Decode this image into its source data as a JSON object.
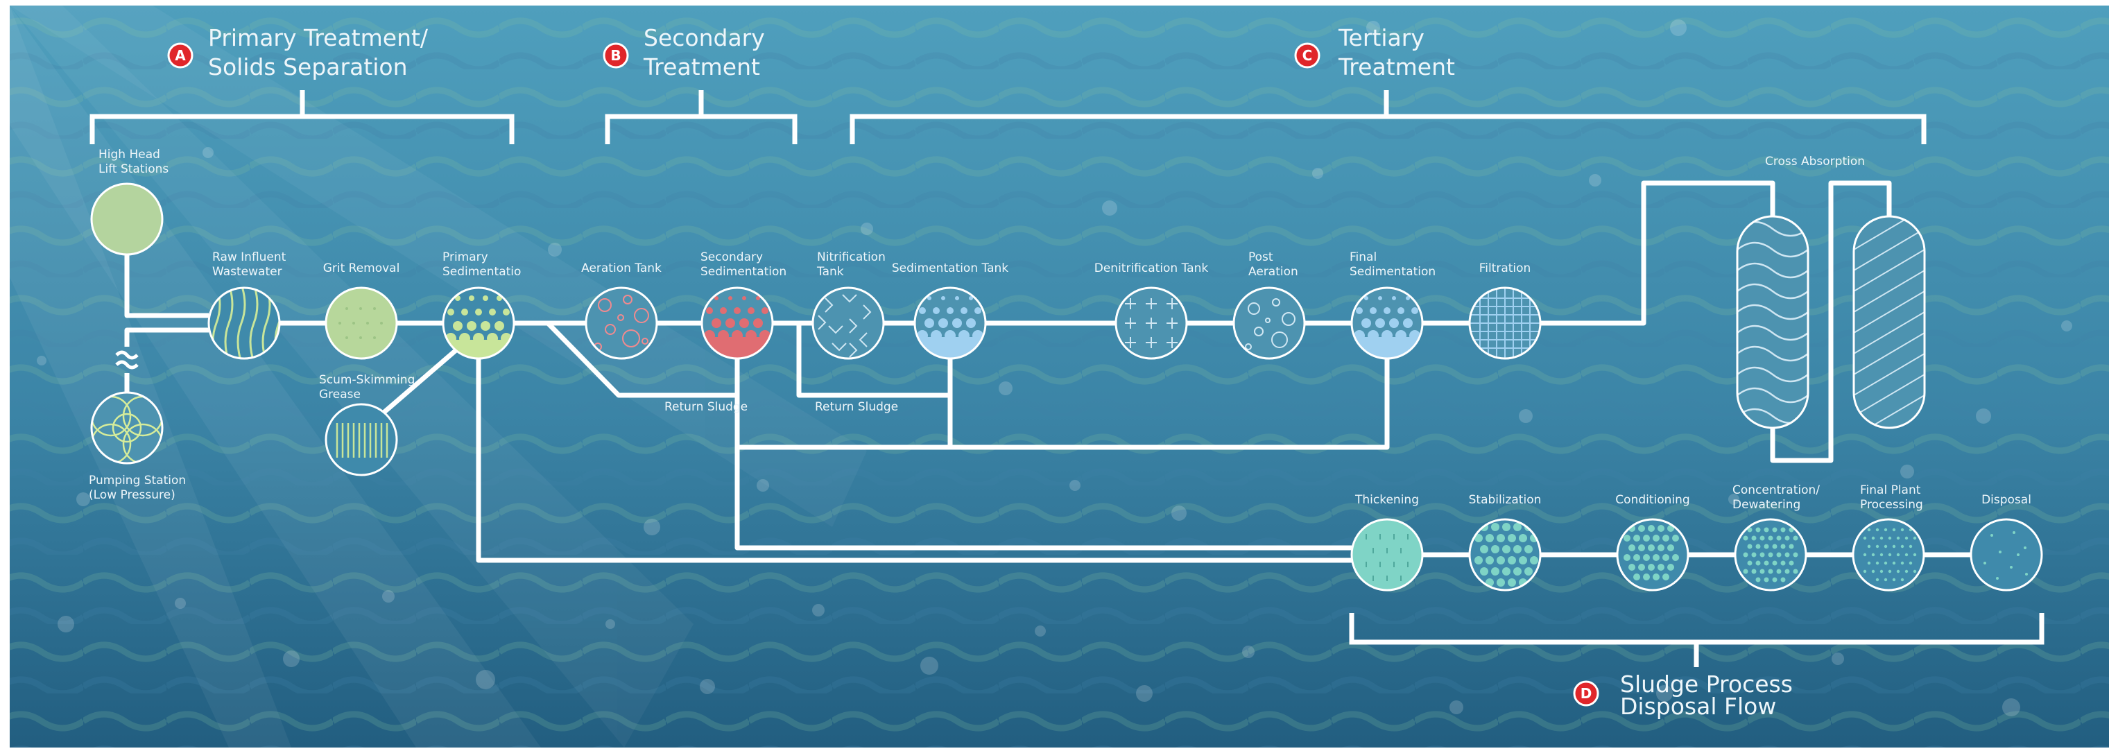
{
  "sections": {
    "a": {
      "letter": "A",
      "line1": "Primary Treatment/",
      "line2": "Solids Separation"
    },
    "b": {
      "letter": "B",
      "line1": "Secondary",
      "line2": "Treatment"
    },
    "c": {
      "letter": "C",
      "line1": "Tertiary",
      "line2": "Treatment"
    },
    "d": {
      "letter": "D",
      "line1": "Sludge Process",
      "line2": "Disposal Flow"
    }
  },
  "nodes": {
    "high_head": {
      "line1": "High Head",
      "line2": "Lift Stations"
    },
    "pumping": {
      "line1": "Pumping Station",
      "line2": "(Low Pressure)"
    },
    "raw_influent": {
      "line1": "Raw Influent",
      "line2": "Wastewater"
    },
    "grit": {
      "line1": "Grit Removal"
    },
    "primary_sed": {
      "line1": "Primary",
      "line2": "Sedimentatio"
    },
    "scum": {
      "line1": "Scum-Skimming",
      "line2": "Grease"
    },
    "aeration": {
      "line1": "Aeration Tank"
    },
    "secondary_sed": {
      "line1": "Secondary",
      "line2": "Sedimentation"
    },
    "nitrification": {
      "line1": "Nitrification",
      "line2": "Tank"
    },
    "sed_tank": {
      "line1": "Sedimentation Tank"
    },
    "denitrification": {
      "line1": "Denitrification Tank"
    },
    "post_aeration": {
      "line1": "Post",
      "line2": "Aeration"
    },
    "final_sed": {
      "line1": "Final",
      "line2": "Sedimentation"
    },
    "filtration": {
      "line1": "Filtration"
    },
    "cross_absorption": {
      "line1": "Cross Absorption"
    },
    "thickening": {
      "line1": "Thickening"
    },
    "stabilization": {
      "line1": "Stabilization"
    },
    "conditioning": {
      "line1": "Conditioning"
    },
    "concentration": {
      "line1": "Concentration/",
      "line2": "Dewatering"
    },
    "final_plant": {
      "line1": "Final Plant",
      "line2": "Processing"
    },
    "disposal": {
      "line1": "Disposal"
    }
  },
  "flow_labels": {
    "return1": "Return Sludge",
    "return2": "Return Sludge"
  },
  "colors": {
    "water_top": "#4a9ab8",
    "water_bottom": "#1f5f82",
    "line": "#ffffff",
    "badge": "#e0262a",
    "green": "#c8e59a",
    "red": "#e06d72",
    "light_blue": "#9fd0f0",
    "teal": "#7fd4c6"
  }
}
